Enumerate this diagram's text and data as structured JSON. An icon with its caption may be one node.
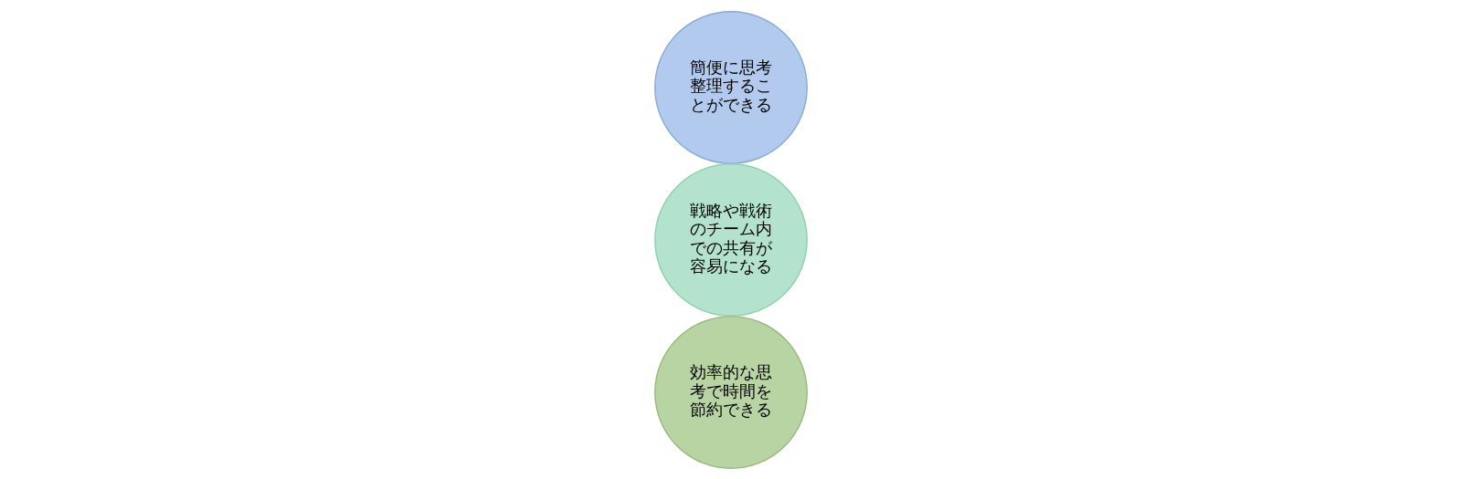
{
  "diagram": {
    "nodes": [
      {
        "text": [
          "簡便に思考整理することができる"
        ]
      },
      {
        "text": [
          "戦略や戦術のチーム内での共有が容易になる"
        ]
      },
      {
        "text": [
          "効率的な思考で時間を節約できる"
        ]
      }
    ]
  }
}
